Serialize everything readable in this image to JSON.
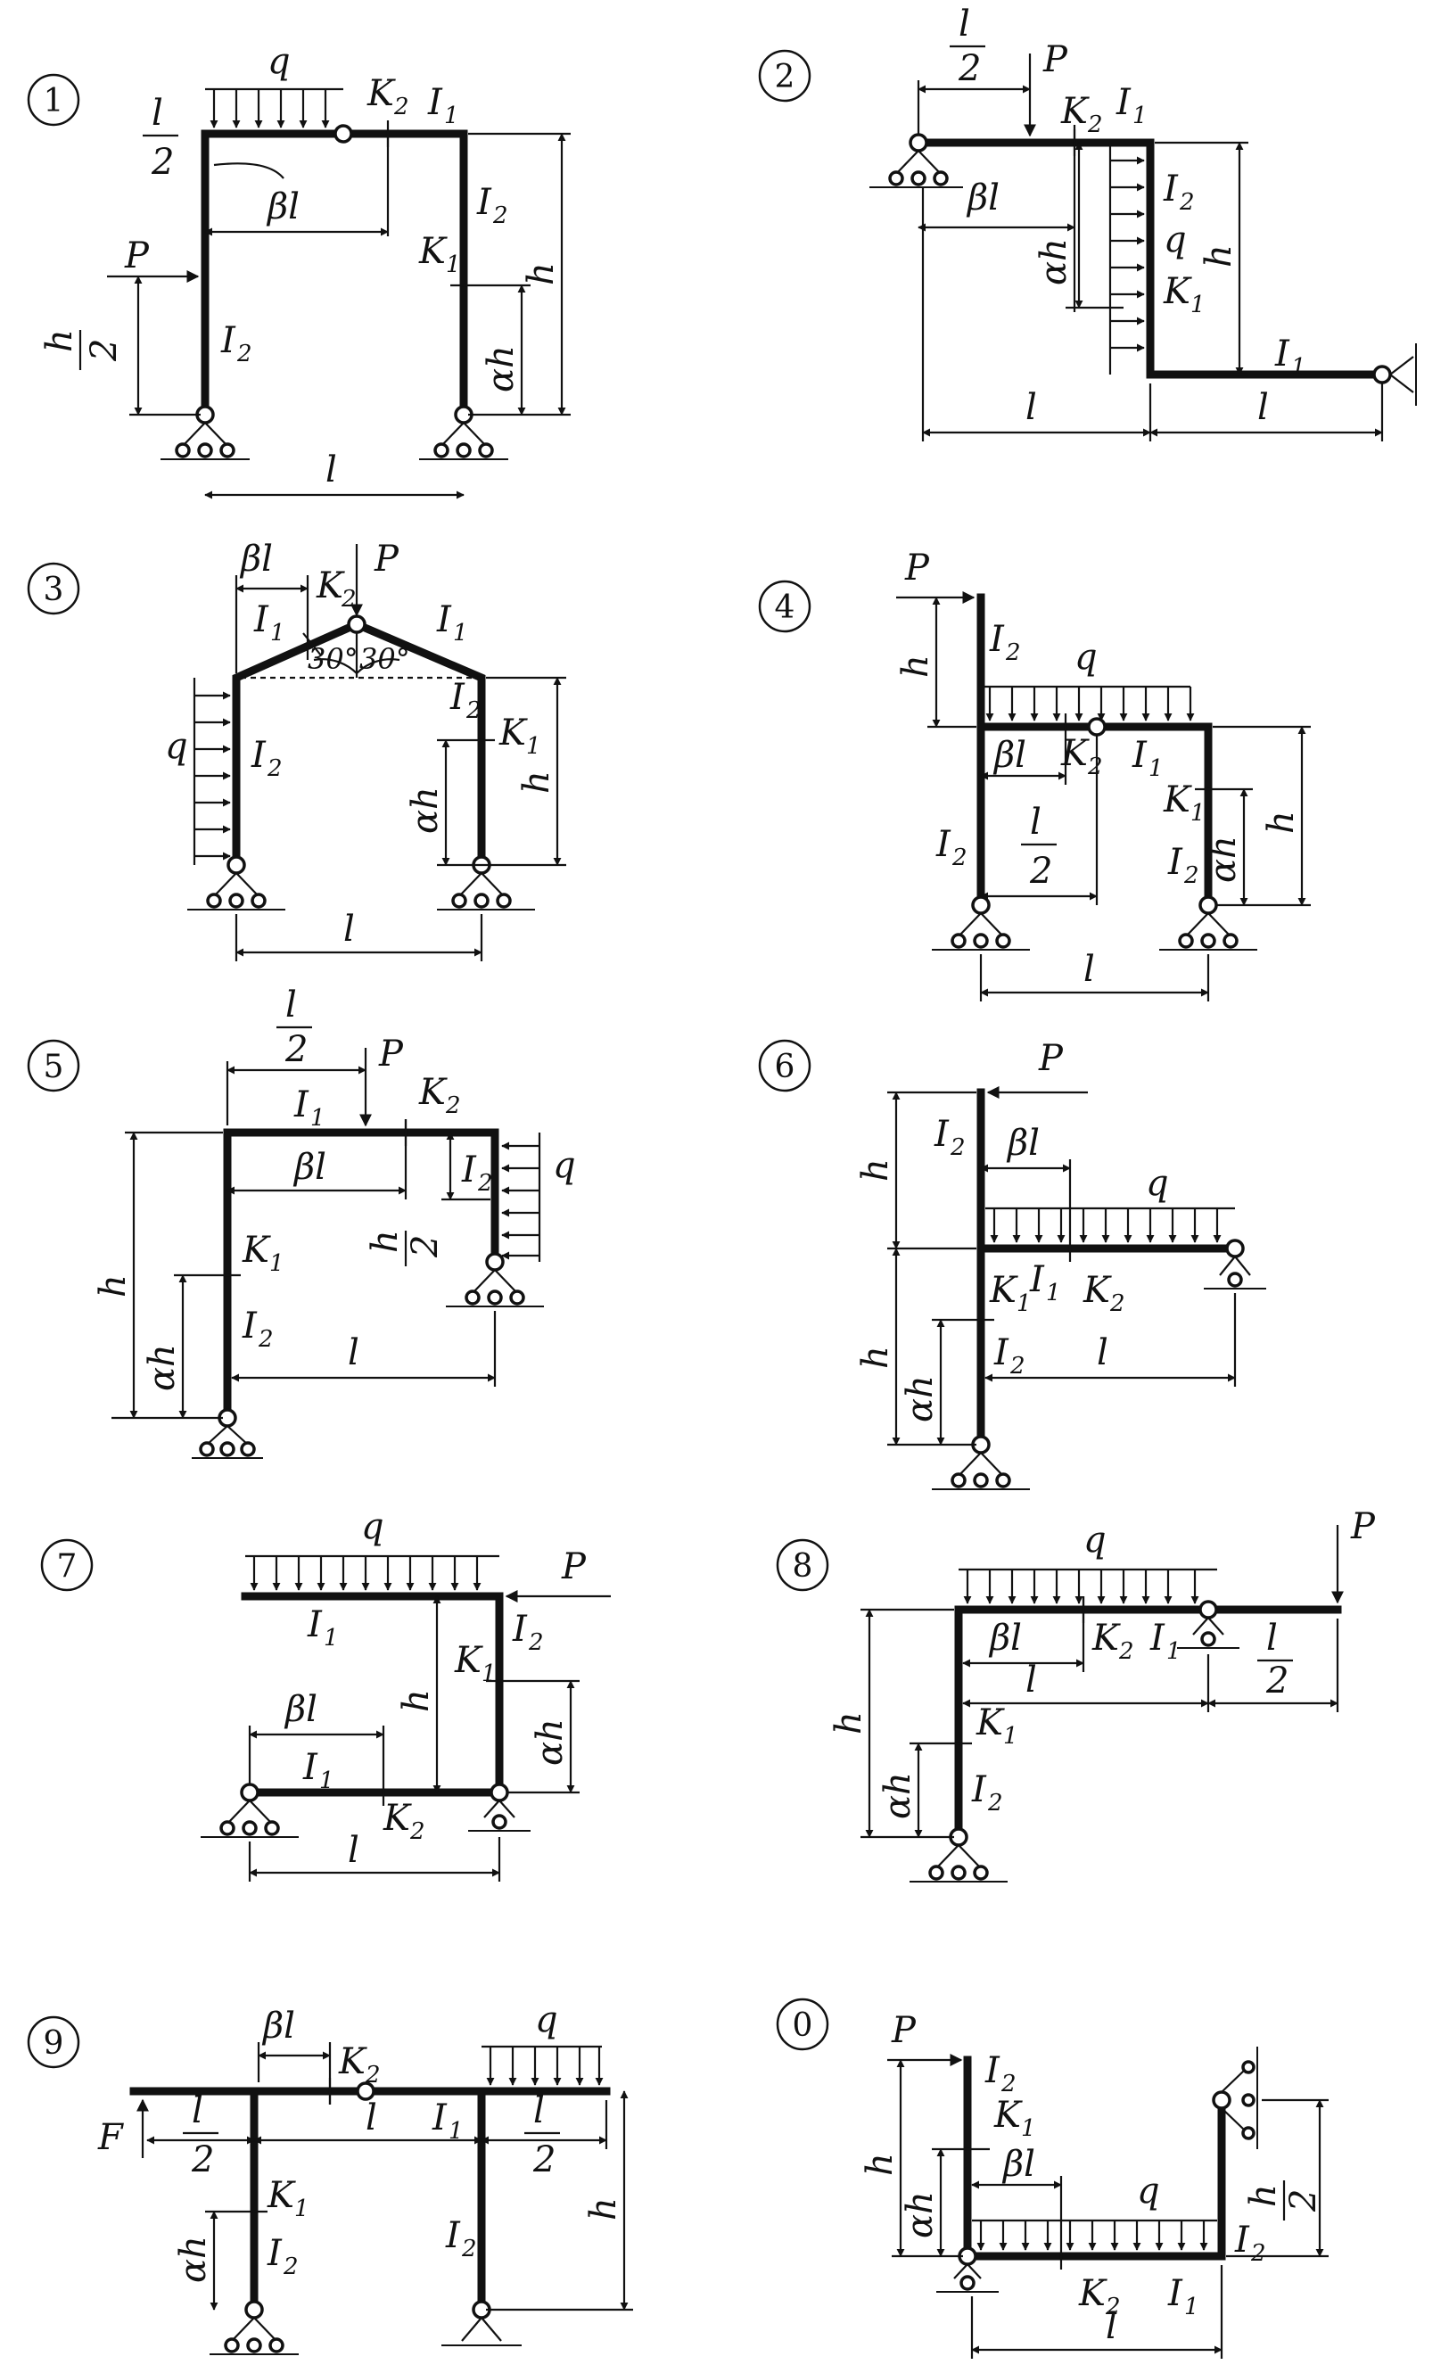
{
  "diagrams": [
    {
      "id": "1",
      "labels": {
        "q": "q",
        "P": "P",
        "K2": "K",
        "K2s": "2",
        "K1": "K",
        "K1s": "1",
        "I1": "I",
        "I1s": "1",
        "I2a": "I",
        "I2as": "2",
        "I2b": "I",
        "I2bs": "2",
        "l_top": "l",
        "l_bot": "2",
        "bl": "βl",
        "alpha": "αh",
        "h": "h",
        "h_half_top": "h",
        "h_half_bot": "2",
        "l": "l"
      }
    },
    {
      "id": "2",
      "labels": {
        "l_top": "l",
        "l_bot": "2",
        "P": "P",
        "K2": "K",
        "K2s": "2",
        "I1a": "I",
        "I1as": "1",
        "I2": "I",
        "I2s": "2",
        "q": "q",
        "K1": "K",
        "K1s": "1",
        "bl": "βl",
        "alpha": "αh",
        "h": "h",
        "I1b": "I",
        "I1bs": "1",
        "l1": "l",
        "l2": "l"
      }
    },
    {
      "id": "3",
      "labels": {
        "bl": "βl",
        "K2": "K",
        "K2s": "2",
        "P": "P",
        "I1a": "I",
        "I1as": "1",
        "I1b": "I",
        "I1bs": "1",
        "ang1": "30°",
        "ang2": "30°",
        "q": "q",
        "I2a": "I",
        "I2as": "2",
        "I2b": "I",
        "I2bs": "2",
        "K1": "K",
        "K1s": "1",
        "alpha": "αh",
        "h": "h",
        "l": "l"
      }
    },
    {
      "id": "4",
      "labels": {
        "P": "P",
        "h_top": "h",
        "I2a": "I",
        "I2as": "2",
        "q": "q",
        "bl": "βl",
        "K2": "K",
        "K2s": "2",
        "I1": "I",
        "I1s": "1",
        "K1": "K",
        "K1s": "1",
        "alpha": "αh",
        "h": "h",
        "I2b": "I",
        "I2bs": "2",
        "I2c": "I",
        "I2cs": "2",
        "l_top": "l",
        "l_bot": "2",
        "l": "l"
      }
    },
    {
      "id": "5",
      "labels": {
        "l_top": "l",
        "l_bot": "2",
        "P": "P",
        "I1": "I",
        "I1s": "1",
        "K2": "K",
        "K2s": "2",
        "bl": "βl",
        "I2a": "I",
        "I2as": "2",
        "q": "q",
        "h_top": "h",
        "h_bot": "2",
        "h": "h",
        "K1": "K",
        "K1s": "1",
        "alpha": "αh",
        "I2b": "I",
        "I2bs": "2",
        "l": "l"
      }
    },
    {
      "id": "6",
      "labels": {
        "P": "P",
        "I2a": "I",
        "I2as": "2",
        "h1": "h",
        "bl": "βl",
        "q": "q",
        "K1": "K",
        "K1s": "1",
        "I1": "I",
        "I1s": "1",
        "K2": "K",
        "K2s": "2",
        "h2": "h",
        "alpha": "αh",
        "I2b": "I",
        "I2bs": "2",
        "l": "l"
      }
    },
    {
      "id": "7",
      "labels": {
        "q": "q",
        "P": "P",
        "I1a": "I",
        "I1as": "1",
        "I2": "I",
        "I2s": "2",
        "K1": "K",
        "K1s": "1",
        "h": "h",
        "alpha": "αh",
        "bl": "βl",
        "I1b": "I",
        "I1bs": "1",
        "K2": "K",
        "K2s": "2",
        "l": "l"
      }
    },
    {
      "id": "8",
      "labels": {
        "q": "q",
        "P": "P",
        "bl": "βl",
        "K2": "K",
        "K2s": "2",
        "I1": "I",
        "I1s": "1",
        "l": "l",
        "l_top": "l",
        "l_bot": "2",
        "h": "h",
        "K1": "K",
        "K1s": "1",
        "alpha": "αh",
        "I2": "I",
        "I2s": "2"
      }
    },
    {
      "id": "9",
      "labels": {
        "bl": "βl",
        "K2": "K",
        "K2s": "2",
        "q": "q",
        "F": "F",
        "l1_top": "l",
        "l1_bot": "2",
        "l": "l",
        "I1": "I",
        "I1s": "1",
        "l2_top": "l",
        "l2_bot": "2",
        "h": "h",
        "K1": "K",
        "K1s": "1",
        "alpha": "αh",
        "I2a": "I",
        "I2as": "2",
        "I2b": "I",
        "I2bs": "2"
      }
    },
    {
      "id": "0",
      "labels": {
        "P": "P",
        "I2a": "I",
        "I2as": "2",
        "K1": "K",
        "K1s": "1",
        "bl": "βl",
        "h": "h",
        "alpha": "αh",
        "q": "q",
        "h_top": "h",
        "h_bot": "2",
        "I2b": "I",
        "I2bs": "2",
        "K2": "K",
        "K2s": "2",
        "I1": "I",
        "I1s": "1",
        "l": "l"
      }
    }
  ]
}
